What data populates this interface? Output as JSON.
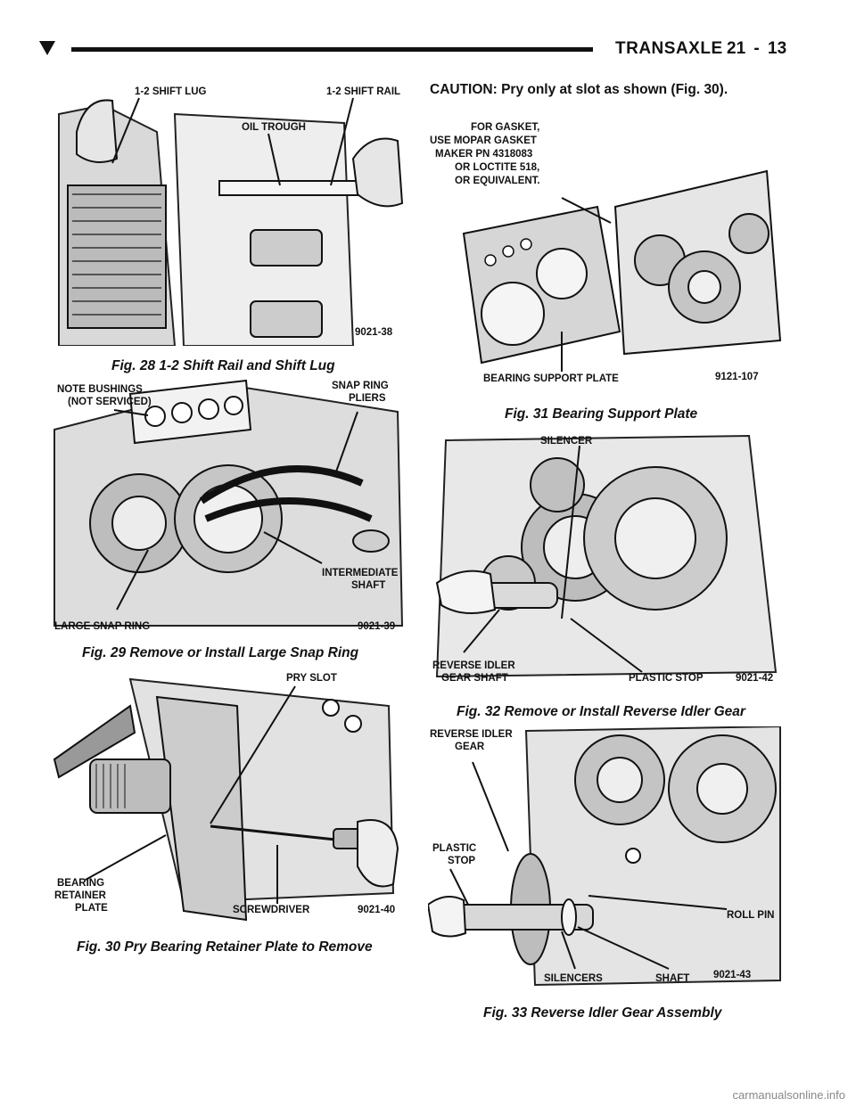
{
  "header": {
    "title": "TRANSAXLE",
    "page": "21 - 13"
  },
  "caution": "CAUTION: Pry only at slot as shown (Fig. 30).",
  "figures": [
    {
      "caption": "Fig. 28 1-2 Shift Rail and Shift Lug",
      "labels": [
        "1-2 SHIFT LUG",
        "1-2 SHIFT RAIL",
        "OIL TROUGH"
      ],
      "code": "9021-38"
    },
    {
      "caption": "Fig. 29 Remove or Install Large Snap Ring",
      "labels": [
        "NOTE BUSHINGS",
        "(NOT SERVICED)",
        "SNAP RING",
        "PLIERS",
        "INTERMEDIATE",
        "SHAFT",
        "LARGE SNAP RING"
      ],
      "code": "9021-39"
    },
    {
      "caption": "Fig. 30 Pry Bearing Retainer Plate to Remove",
      "labels": [
        "PRY SLOT",
        "BEARING",
        "RETAINER",
        "PLATE",
        "SCREWDRIVER"
      ],
      "code": "9021-40"
    },
    {
      "caption": "Fig. 31 Bearing Support Plate",
      "labels": [
        "FOR GASKET,",
        "USE MOPAR GASKET",
        "MAKER PN 4318083",
        "OR LOCTITE 518,",
        "OR EQUIVALENT.",
        "BEARING SUPPORT PLATE"
      ],
      "code": "9121-107"
    },
    {
      "caption": "Fig. 32 Remove or Install Reverse Idler Gear",
      "labels": [
        "SILENCER",
        "REVERSE IDLER",
        "GEAR SHAFT",
        "PLASTIC STOP"
      ],
      "code": "9021-42"
    },
    {
      "caption": "Fig. 33 Reverse Idler Gear Assembly",
      "labels": [
        "REVERSE IDLER",
        "GEAR",
        "PLASTIC",
        "STOP",
        "ROLL PIN",
        "SILENCERS",
        "SHAFT"
      ],
      "code": "9021-43"
    }
  ],
  "footer": "carmanualsonline.info"
}
